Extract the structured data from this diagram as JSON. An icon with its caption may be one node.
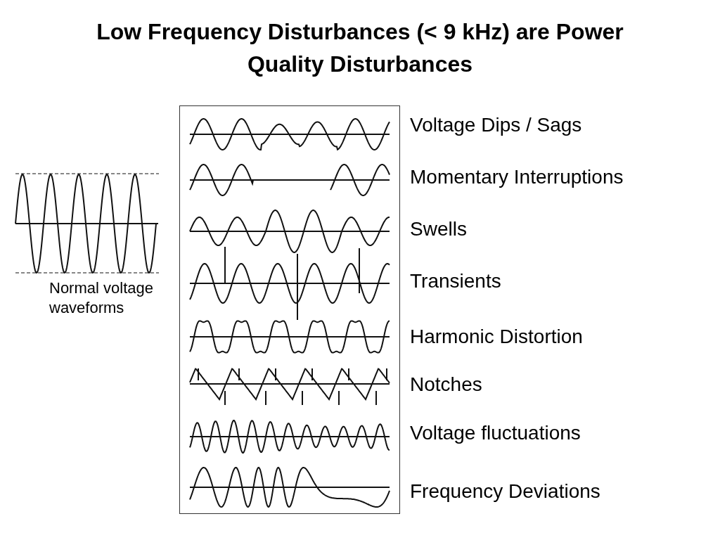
{
  "diagram": {
    "title": "Low Frequency Disturbances (< 9 kHz) are Power Quality Disturbances",
    "labels": [
      "Normal voltage waveforms",
      "Voltage Dips / Sags",
      "Momentary Interruptions",
      "Swells",
      "Transients",
      "Harmonic Distortion",
      "Notches",
      "Voltage fluctuations",
      "Frequency Deviations"
    ]
  }
}
